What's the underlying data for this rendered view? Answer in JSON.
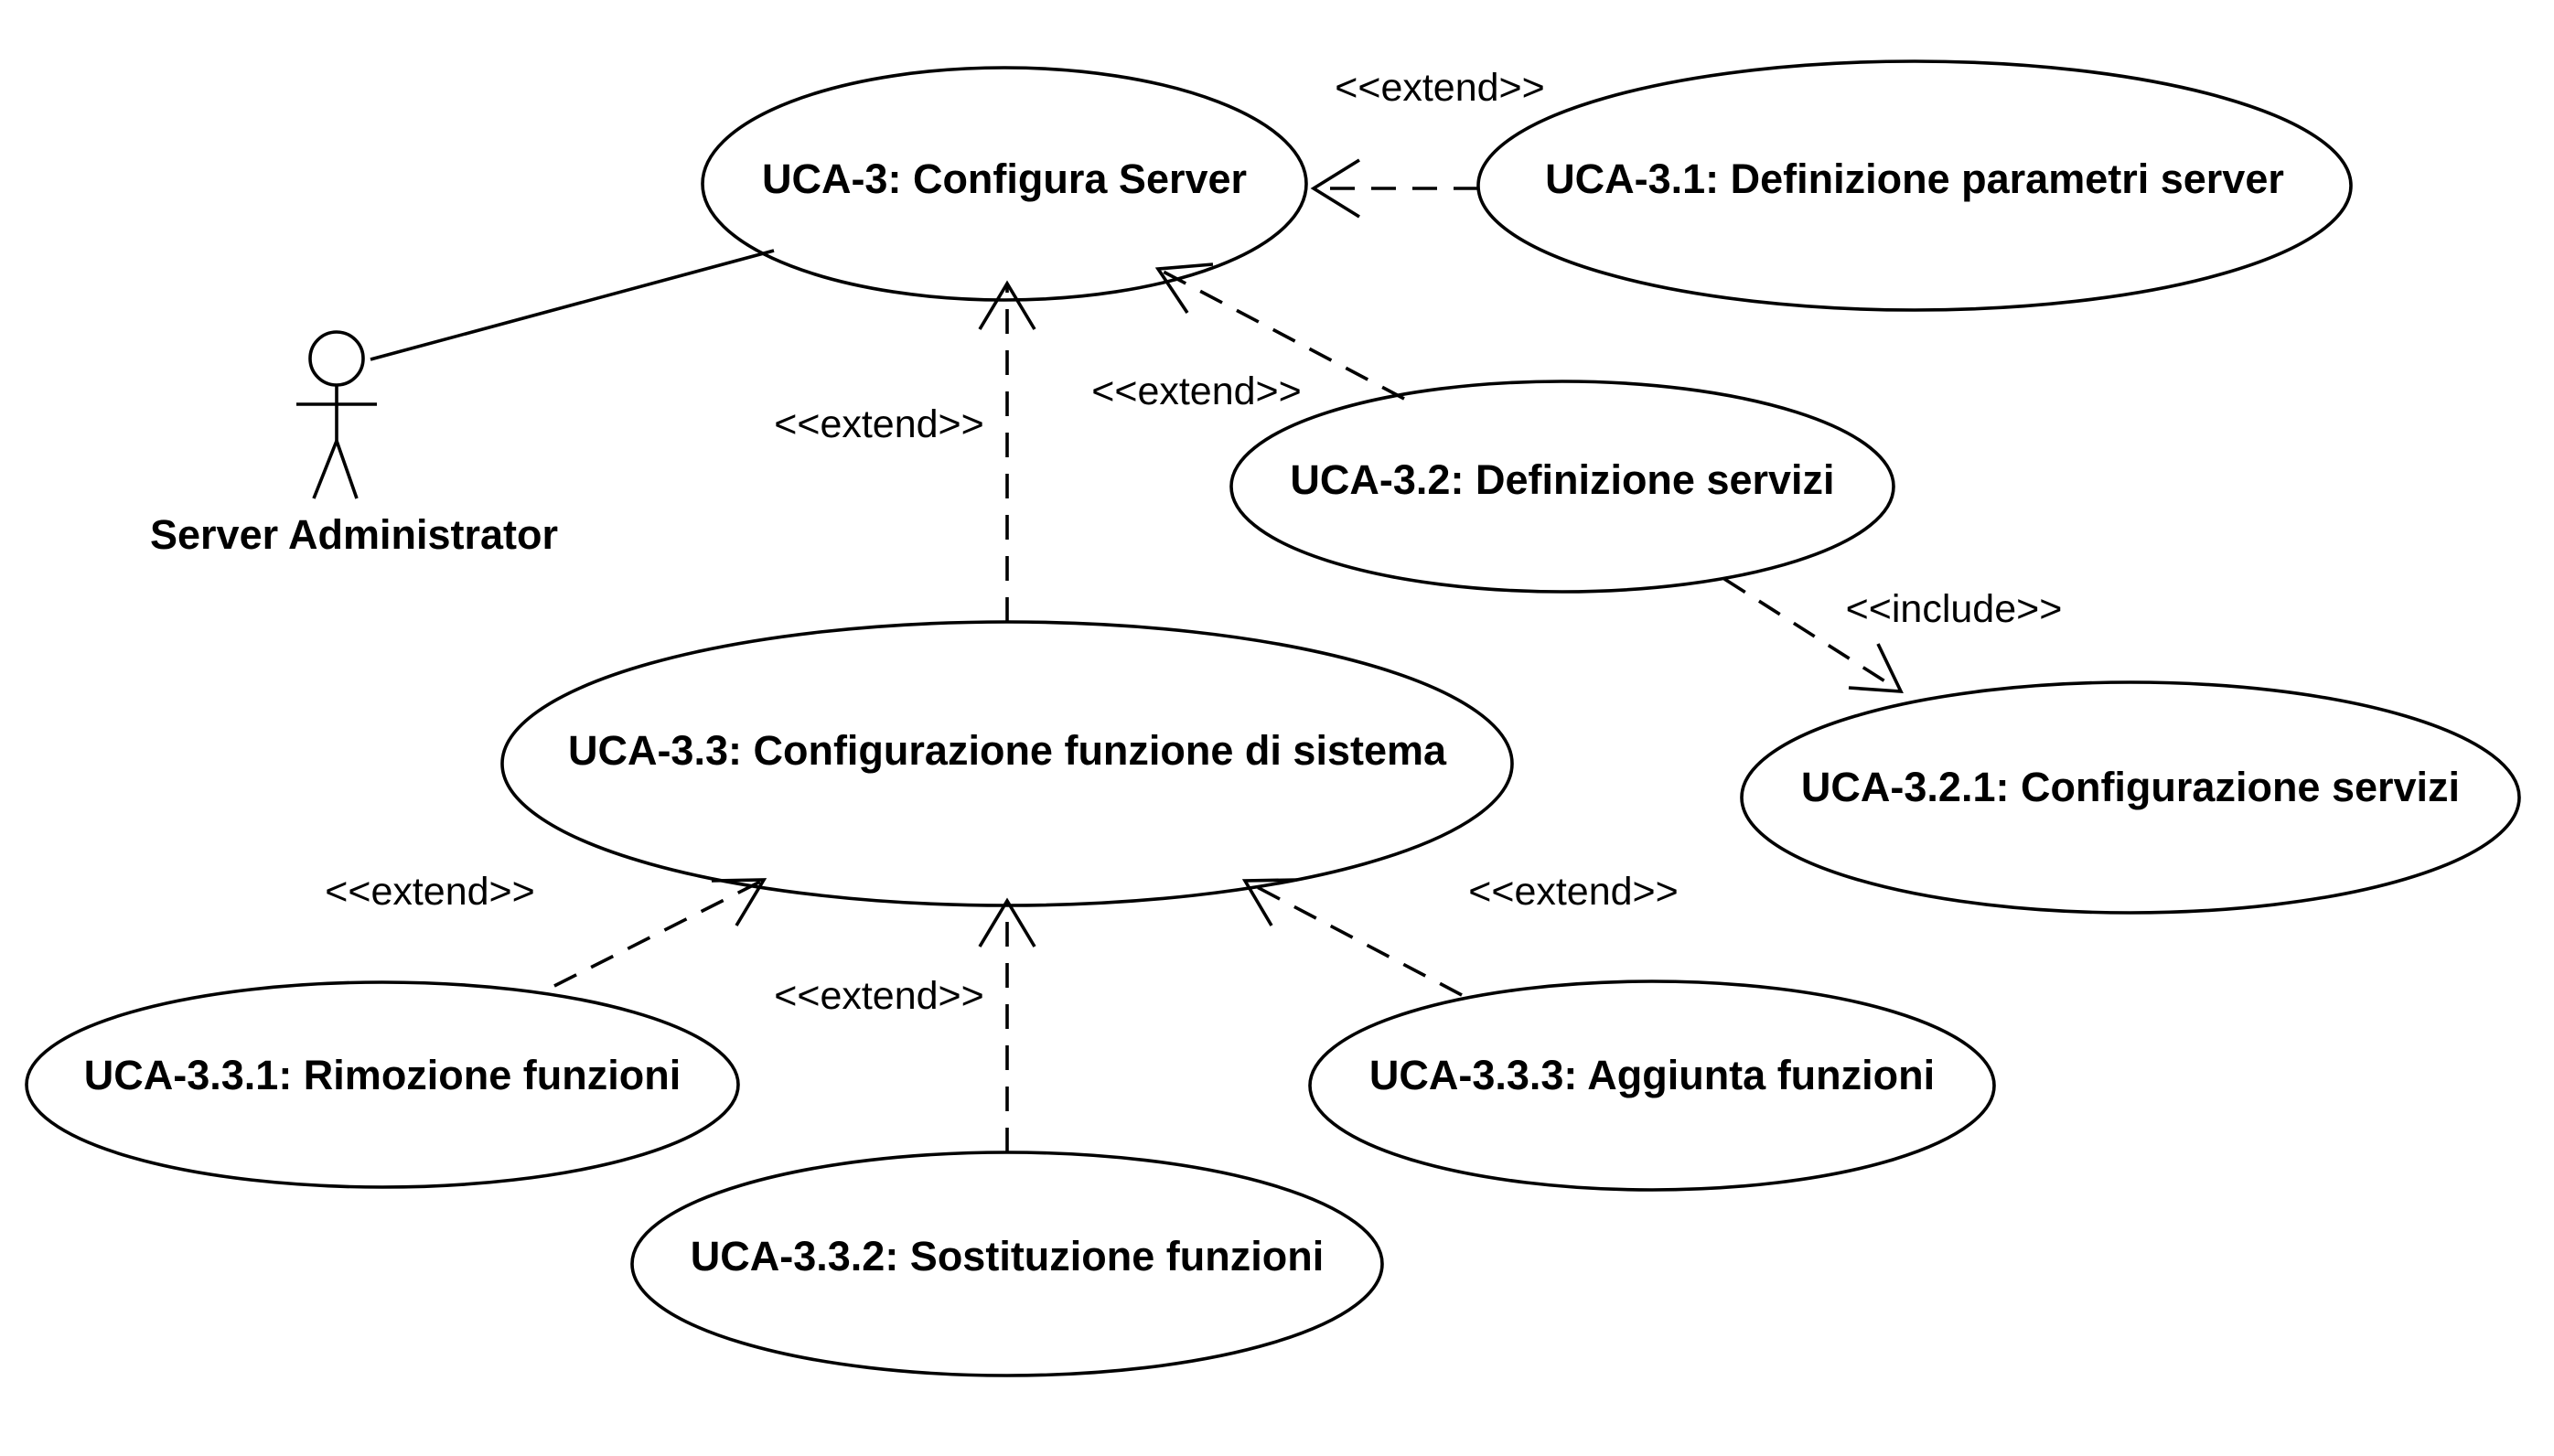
{
  "actor": {
    "name": "Server Administrator"
  },
  "use_cases": {
    "uca3": {
      "label": "UCA-3: Configura Server"
    },
    "uca31": {
      "label": "UCA-3.1: Definizione parametri server"
    },
    "uca32": {
      "label": "UCA-3.2: Definizione servizi"
    },
    "uca321": {
      "label": "UCA-3.2.1: Configurazione servizi"
    },
    "uca33": {
      "label": "UCA-3.3: Configurazione funzione di sistema"
    },
    "uca331": {
      "label": "UCA-3.3.1: Rimozione funzioni"
    },
    "uca332": {
      "label": "UCA-3.3.2: Sostituzione funzioni"
    },
    "uca333": {
      "label": "UCA-3.3.3: Aggiunta funzioni"
    }
  },
  "relationships": [
    {
      "from": "UCA-3.1",
      "to": "UCA-3",
      "stereotype": "<<extend>>"
    },
    {
      "from": "UCA-3.2",
      "to": "UCA-3",
      "stereotype": "<<extend>>"
    },
    {
      "from": "UCA-3.3",
      "to": "UCA-3",
      "stereotype": "<<extend>>"
    },
    {
      "from": "UCA-3.2",
      "to": "UCA-3.2.1",
      "stereotype": "<<include>>"
    },
    {
      "from": "UCA-3.3.1",
      "to": "UCA-3.3",
      "stereotype": "<<extend>>"
    },
    {
      "from": "UCA-3.3.2",
      "to": "UCA-3.3",
      "stereotype": "<<extend>>"
    },
    {
      "from": "UCA-3.3.3",
      "to": "UCA-3.3",
      "stereotype": "<<extend>>"
    }
  ],
  "stereotypes": {
    "extend": "<<extend>>",
    "include": "<<include>>"
  }
}
